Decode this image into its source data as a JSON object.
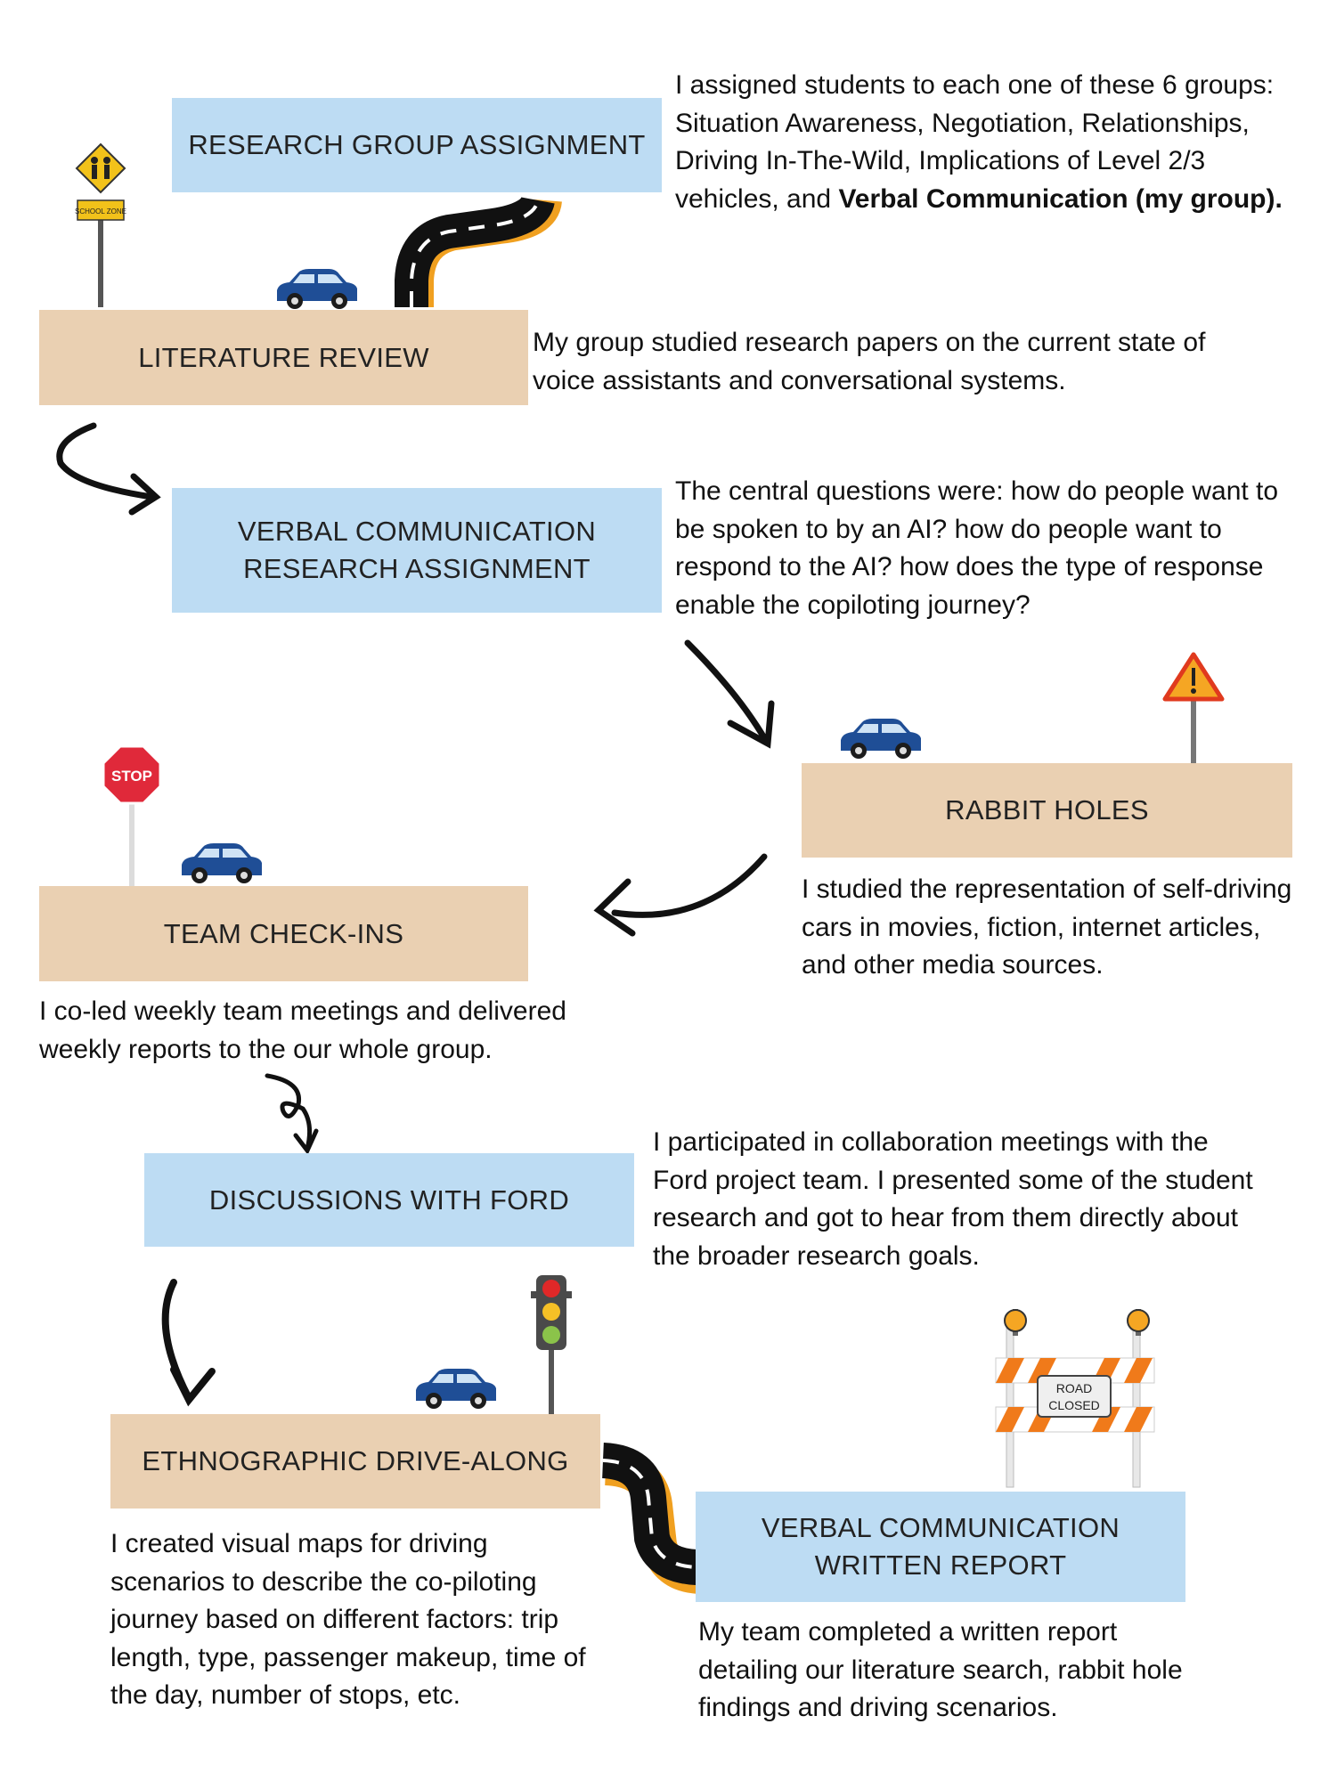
{
  "steps": [
    {
      "id": "research-group-assignment",
      "label": "RESEARCH GROUP ASSIGNMENT",
      "description": "I assigned students to each one of these 6 groups: Situation Awareness, Negotiation, Relationships, Driving In-The-Wild, Implications of Level 2/3 vehicles, and",
      "description_bold": "Verbal Communication (my group)."
    },
    {
      "id": "literature-review",
      "label": "LITERATURE REVIEW",
      "description": "My group studied research papers on the current state of voice assistants and conversational systems."
    },
    {
      "id": "verbal-communication-research-assignment",
      "label": "VERBAL COMMUNICATION\nRESEARCH ASSIGNMENT",
      "description": "The central questions were: how do people want to be spoken to by an AI? how do people want to respond to the AI? how does the type of response enable the copiloting journey?"
    },
    {
      "id": "rabbit-holes",
      "label": "RABBIT HOLES",
      "description": "I studied the representation of self-driving cars in movies, fiction, internet articles, and other media sources."
    },
    {
      "id": "team-check-ins",
      "label": "TEAM CHECK-INS",
      "description": "I co-led weekly team meetings and delivered weekly reports to the our whole group."
    },
    {
      "id": "discussions-with-ford",
      "label": "DISCUSSIONS WITH FORD",
      "description": "I participated in collaboration meetings with the Ford project team. I presented some of the student research and got to hear from them directly about the broader research goals."
    },
    {
      "id": "ethnographic-drive-along",
      "label": "ETHNOGRAPHIC DRIVE-ALONG",
      "description": "I created visual maps for driving scenarios to describe the co-piloting journey based on different factors: trip length, type, passenger makeup, time of the day, number of stops, etc."
    },
    {
      "id": "verbal-communication-written-report",
      "label": "VERBAL COMMUNICATION\nWRITTEN REPORT",
      "description": "My team completed a written report detailing our literature search, rabbit hole findings and driving scenarios."
    }
  ],
  "signs": {
    "school_zone": "SCHOOL ZONE",
    "stop": "STOP",
    "road_closed_line1": "ROAD",
    "road_closed_line2": "CLOSED"
  },
  "colors": {
    "blue_box": "#bddcf3",
    "tan_box": "#ead0b2",
    "car": "#1f4e96",
    "road": "#111111",
    "road_edge": "#f0a020"
  }
}
